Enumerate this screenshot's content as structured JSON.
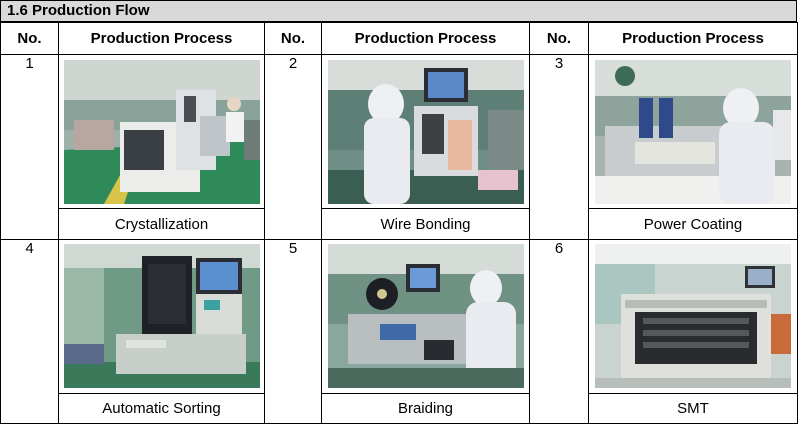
{
  "section_title": "1.6 Production Flow",
  "headers": {
    "no": "No.",
    "process": "Production Process"
  },
  "steps": [
    {
      "no": "1",
      "label": "Crystallization",
      "photo": "crystallization-machine-photo"
    },
    {
      "no": "2",
      "label": "Wire Bonding",
      "photo": "wire-bonding-operator-photo"
    },
    {
      "no": "3",
      "label": "Power Coating",
      "photo": "power-coating-operator-photo"
    },
    {
      "no": "4",
      "label": "Automatic Sorting",
      "photo": "automatic-sorting-machine-photo"
    },
    {
      "no": "5",
      "label": "Braiding",
      "photo": "braiding-operator-photo"
    },
    {
      "no": "6",
      "label": "SMT",
      "photo": "smt-machine-photo"
    }
  ],
  "colors": {
    "header_fill": "#d9d9d9",
    "border": "#000000",
    "factory_floor": "#2f8a5a",
    "cleanroom_suit": "#eef0f4"
  }
}
